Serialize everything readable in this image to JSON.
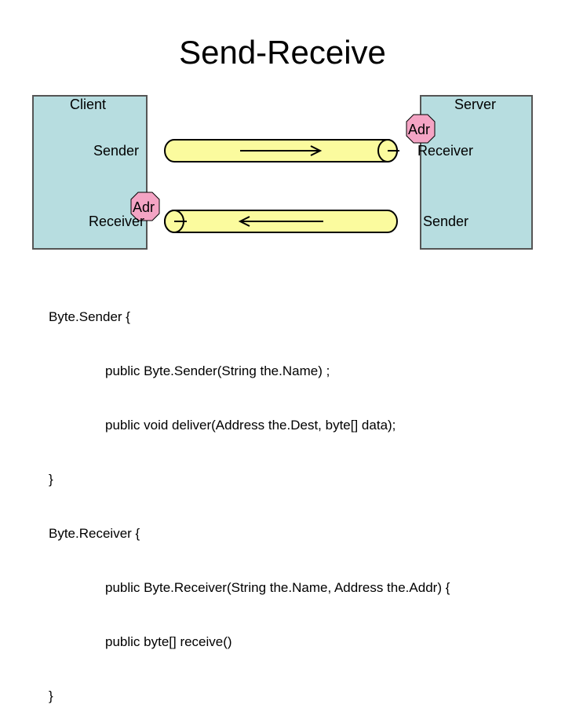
{
  "title": "Send-Receive",
  "client": {
    "label": "Client",
    "top_label": "Sender",
    "bottom_label": "Receiver",
    "bottom_badge": "Adr"
  },
  "server": {
    "label": "Server",
    "top_label": "Receiver",
    "top_badge": "Adr",
    "bottom_label": "Sender"
  },
  "colors": {
    "box_fill": "#b7dde0",
    "pipe_fill": "#fbfb9e",
    "badge_fill": "#f4a4c4"
  },
  "code": {
    "lines": [
      {
        "indent": false,
        "text": "Byte.Sender {"
      },
      {
        "indent": true,
        "text": "public Byte.Sender(String the.Name) ;"
      },
      {
        "indent": true,
        "text": "public void deliver(Address the.Dest, byte[] data);"
      },
      {
        "indent": false,
        "text": "}"
      },
      {
        "indent": false,
        "text": "Byte.Receiver {"
      },
      {
        "indent": true,
        "text": "public Byte.Receiver(String the.Name, Address the.Addr) {"
      },
      {
        "indent": true,
        "text": "public byte[] receive()"
      },
      {
        "indent": false,
        "text": "}"
      }
    ]
  }
}
